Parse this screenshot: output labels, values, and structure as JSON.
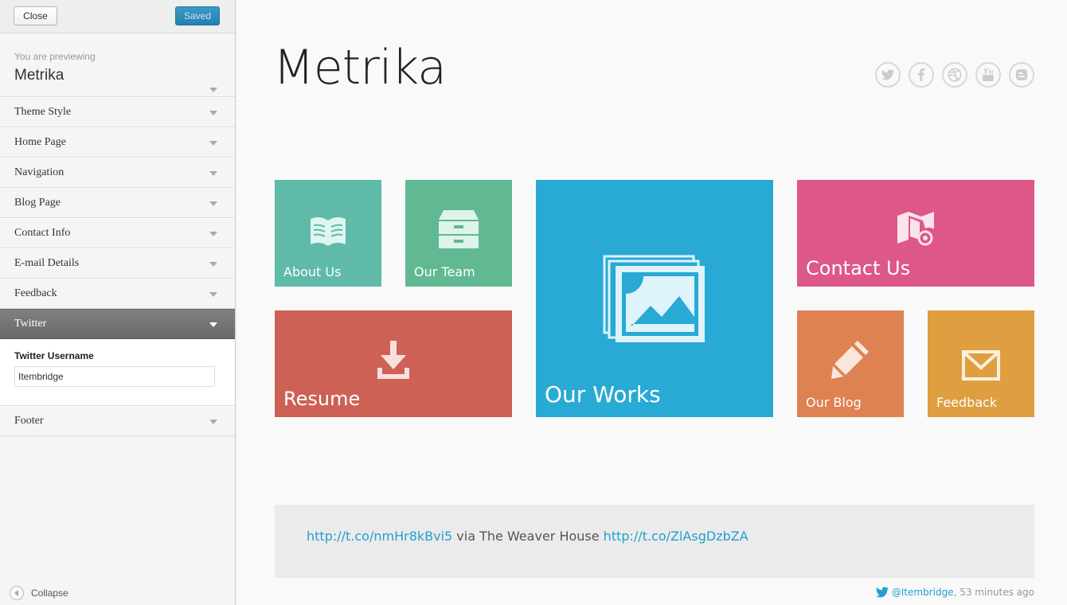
{
  "sidebar": {
    "close_label": "Close",
    "saved_label": "Saved",
    "preview_caption": "You are previewing",
    "preview_theme": "Metrika",
    "sections": [
      {
        "label": "Theme Style"
      },
      {
        "label": "Home Page"
      },
      {
        "label": "Navigation"
      },
      {
        "label": "Blog Page"
      },
      {
        "label": "Contact Info"
      },
      {
        "label": "E-mail Details"
      },
      {
        "label": "Feedback"
      },
      {
        "label": "Twitter"
      },
      {
        "label": "Footer"
      }
    ],
    "twitter_field": {
      "label": "Twitter Username",
      "value": "Itembridge"
    },
    "collapse_label": "Collapse"
  },
  "site": {
    "logo": "Metrika",
    "social_icons": [
      "twitter-icon",
      "facebook-icon",
      "dribbble-icon",
      "youtube-icon",
      "blogger-icon"
    ],
    "tiles": {
      "about": "About Us",
      "team": "Our Team",
      "works": "Our Works",
      "contact": "Contact Us",
      "resume": "Resume",
      "blog": "Our Blog",
      "feedback": "Feedback"
    },
    "tile_colors": {
      "about": "#5fbaaa",
      "team": "#60b992",
      "works": "#28aad4",
      "contact": "#dd5789",
      "resume": "#cd6156",
      "blog": "#de8252",
      "feedback": "#df9e40"
    },
    "tweet": {
      "link1": "http://t.co/nmHr8kBvi5",
      "text": " via The Weaver House ",
      "link2": "http://t.co/ZlAsgDzbZA",
      "handle": "@Itembridge",
      "time": ", 53 minutes ago"
    }
  }
}
